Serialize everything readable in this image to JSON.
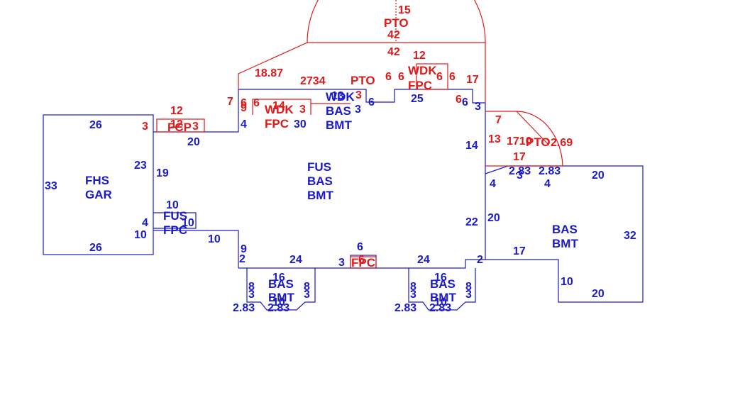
{
  "colors": {
    "blue": "#1a1acc",
    "red": "#e01a1a",
    "background": "#ffffff"
  },
  "areas": {
    "fhs_gar": [
      "FHS",
      "GAR"
    ],
    "fus_bas_bmt_main": [
      "FUS",
      "BAS",
      "BMT"
    ],
    "bas_bmt_right": [
      "BAS",
      "BMT"
    ],
    "bas_bmt_top": [
      "BAS",
      "BMT"
    ],
    "bas_bmt_bay_left": [
      "BAS",
      "BMT"
    ],
    "bas_bmt_bay_right": [
      "BAS",
      "BMT"
    ],
    "fus_fpc_left": [
      "FUS",
      "FPC"
    ],
    "wdk_top_blue": "WDK",
    "wdk_fpc_top": [
      "WDK",
      "FPC"
    ],
    "wdk_fpc_left": [
      "WDK",
      "FPC"
    ],
    "fcp_left": "FCP",
    "fpc_bottom": "FPC",
    "pto_semicircle": "PTO",
    "pto_top": "PTO",
    "pto_right": "PTO"
  },
  "dims_blue": {
    "gar_top": "26",
    "gar_left": "33",
    "gar_bottom": "26",
    "gar_right_a": "23",
    "gar_right_b": "19",
    "conn_top": "20",
    "conn_bottom": "10",
    "step_a": "4",
    "fpc_left_top": "10",
    "fpc_left_side": "4",
    "fpc_left_bottom": "10",
    "fpc_inner": "10",
    "main_right_a": "14",
    "main_right_b": "22",
    "main_left_low": "9",
    "main_left_low2": "2",
    "main_bottom_left": "24",
    "main_bottom_right": "24",
    "main_bottom_right2": "2",
    "main_top_25": "25",
    "main_top_6a": "6",
    "main_top_6b": "6",
    "main_top_3": "3",
    "main_top_30": "30",
    "main_top_3b": "3",
    "fpc_bottom_6": "6",
    "fpc_bottom_3": "3",
    "right_20_top": "20",
    "right_32": "32",
    "right_20_bottom": "20",
    "right_10": "10",
    "right_17": "17",
    "right_20_left": "20",
    "right_4a": "4",
    "right_4b": "4",
    "right_3": "3",
    "right_283a": "2.83",
    "right_283b": "2.83",
    "bay_l_16": "16",
    "bay_l_8a": "8",
    "bay_l_8b": "8",
    "bay_l_3a": "3",
    "bay_l_3b": "3",
    "bay_l_283a": "2.83",
    "bay_l_283b": "2.83",
    "bay_l_10": "10",
    "bay_r_16": "16",
    "bay_r_8a": "8",
    "bay_r_8b": "8",
    "bay_r_3a": "3",
    "bay_r_3b": "3",
    "bay_r_283a": "2.83",
    "bay_r_283b": "2.83",
    "bay_r_10": "10",
    "wdk_13": "13"
  },
  "dims_red": {
    "semicircle_15": "15",
    "semicircle_42a": "42",
    "semicircle_42b": "42",
    "wdk_12": "12",
    "diag_1887": "18.87",
    "top_2734": "2734",
    "top_6a": "6",
    "top_6b": "6",
    "top_6c": "6",
    "top_6d": "6",
    "top_17": "17",
    "left_7": "7",
    "left_6a": "6",
    "left_6b": "6",
    "left_9": "9",
    "wdk_left_14": "14",
    "wdk_left_3": "3",
    "wdk_center_3": "3",
    "fcp_12": "12",
    "fcp_3a": "3",
    "fcp_3b": "3",
    "fcp_12b": "12",
    "right_6": "6",
    "right_7": "7",
    "right_13": "13",
    "right_17": "17",
    "right_269": "2.69",
    "right_1710": "1710",
    "fpc_bottom_6": "6"
  }
}
